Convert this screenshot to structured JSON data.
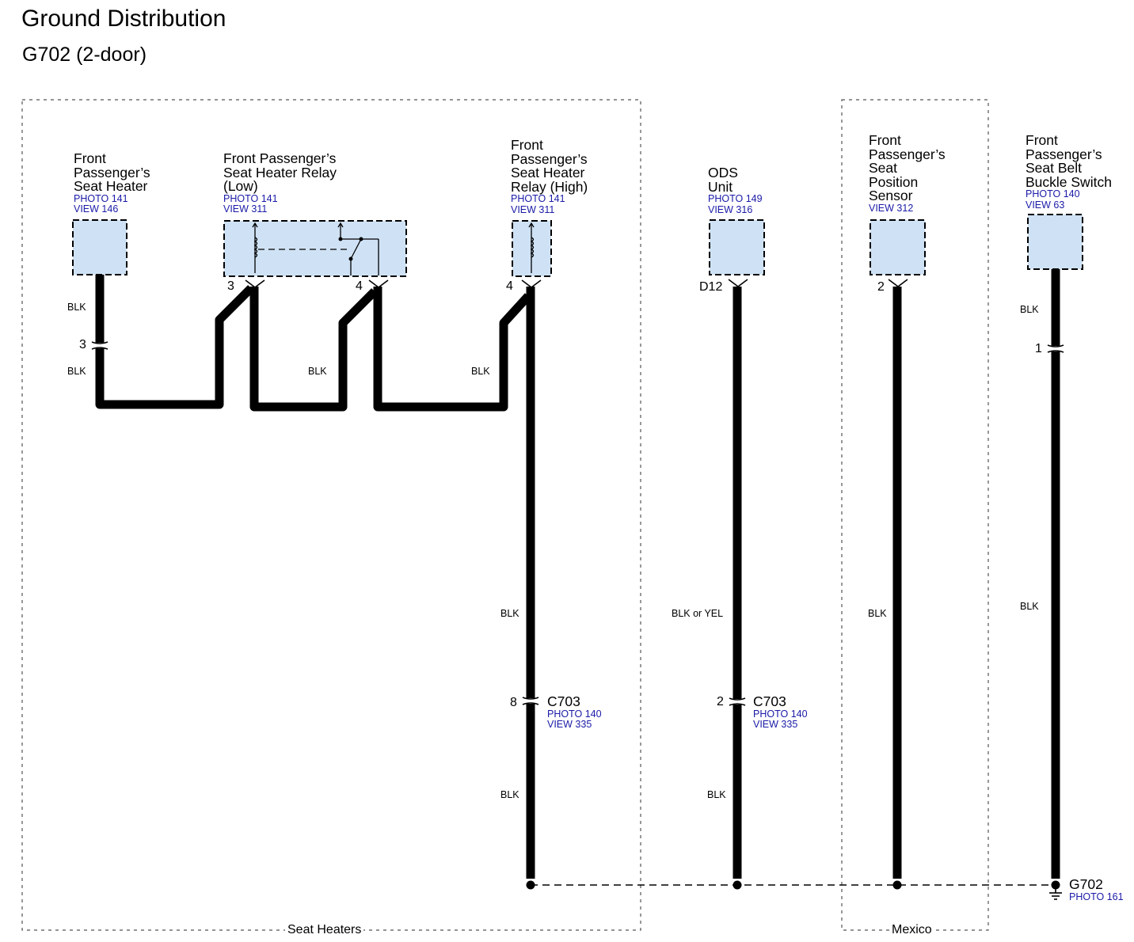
{
  "header": {
    "title": "Ground Distribution",
    "subtitle": "G702 (2-door)"
  },
  "regions": {
    "seat_heaters": "Seat Heaters",
    "mexico": "Mexico"
  },
  "components": {
    "seat_heater": {
      "name": [
        "Front",
        "Passenger’s",
        "Seat Heater"
      ],
      "photo": "PHOTO 141",
      "view": "VIEW 146",
      "pin": "3"
    },
    "relay_low": {
      "name": [
        "Front Passenger’s",
        "Seat Heater Relay",
        "(Low)"
      ],
      "photo": "PHOTO 141",
      "view": "VIEW 311",
      "pin_a": "3",
      "pin_b": "4"
    },
    "relay_high": {
      "name": [
        "Front",
        "Passenger’s",
        "Seat Heater",
        "Relay (High)"
      ],
      "photo": "PHOTO 141",
      "view": "VIEW 311",
      "pin": "4"
    },
    "ods": {
      "name": [
        "ODS",
        "Unit"
      ],
      "photo": "PHOTO 149",
      "view": "VIEW 316",
      "pin": "D12"
    },
    "seat_position": {
      "name": [
        "Front",
        "Passenger’s",
        "Seat",
        "Position",
        "Sensor"
      ],
      "view": "VIEW 312",
      "pin": "2"
    },
    "buckle_switch": {
      "name": [
        "Front",
        "Passenger’s",
        "Seat Belt",
        "Buckle Switch"
      ],
      "photo": "PHOTO 140",
      "view": "VIEW 63",
      "pin": "1"
    }
  },
  "inline_connectors": {
    "seat_heater_pin": "3",
    "c703_a": {
      "name": "C703",
      "pin": "8",
      "photo": "PHOTO 140",
      "view": "VIEW 335"
    },
    "c703_b": {
      "name": "C703",
      "pin": "2",
      "photo": "PHOTO 140",
      "view": "VIEW 335"
    }
  },
  "wires": {
    "blk": "BLK",
    "blk_or_yel": "BLK or YEL"
  },
  "ground": {
    "name": "G702",
    "photo": "PHOTO 161"
  },
  "colors": {
    "component_fill": "#cfe2f5",
    "reference_text": "#1a1aa8",
    "wire": "#000000"
  }
}
